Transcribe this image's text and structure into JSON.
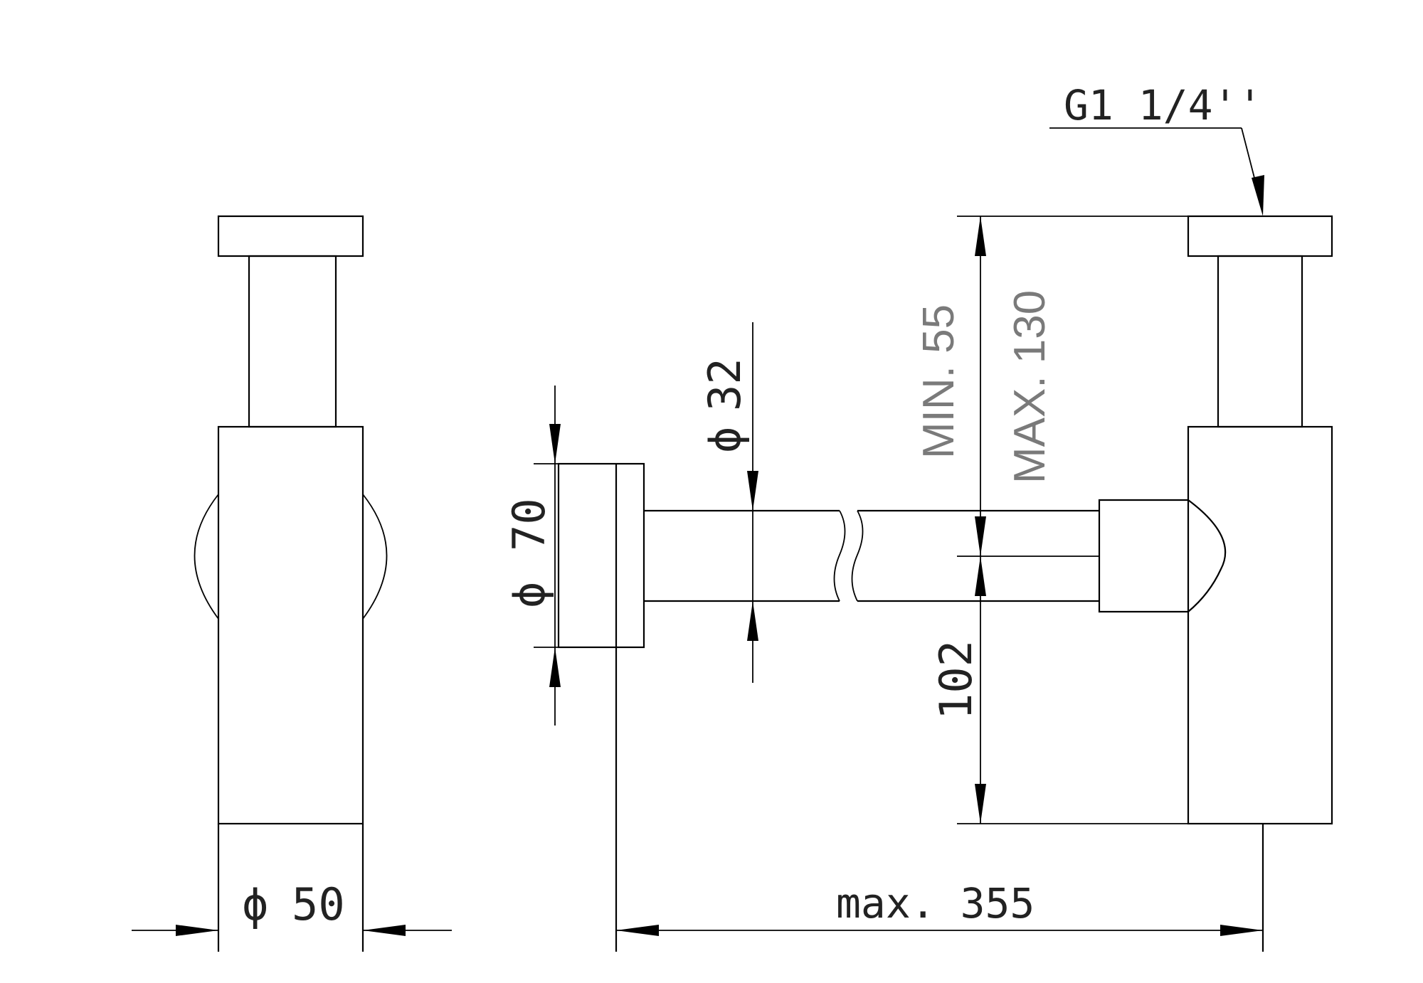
{
  "labels": {
    "thread": "G1 1/4''",
    "min_height": "MIN. 55",
    "max_height": "MAX. 130",
    "pipe_diameter_symbol": "ϕ",
    "pipe_diameter_value": "32",
    "flange_diameter_symbol": "ϕ",
    "flange_diameter_value": "70",
    "body_diameter_symbol": "ϕ",
    "body_diameter_value": "50",
    "outlet_height": "102",
    "max_length": "max. 355"
  }
}
